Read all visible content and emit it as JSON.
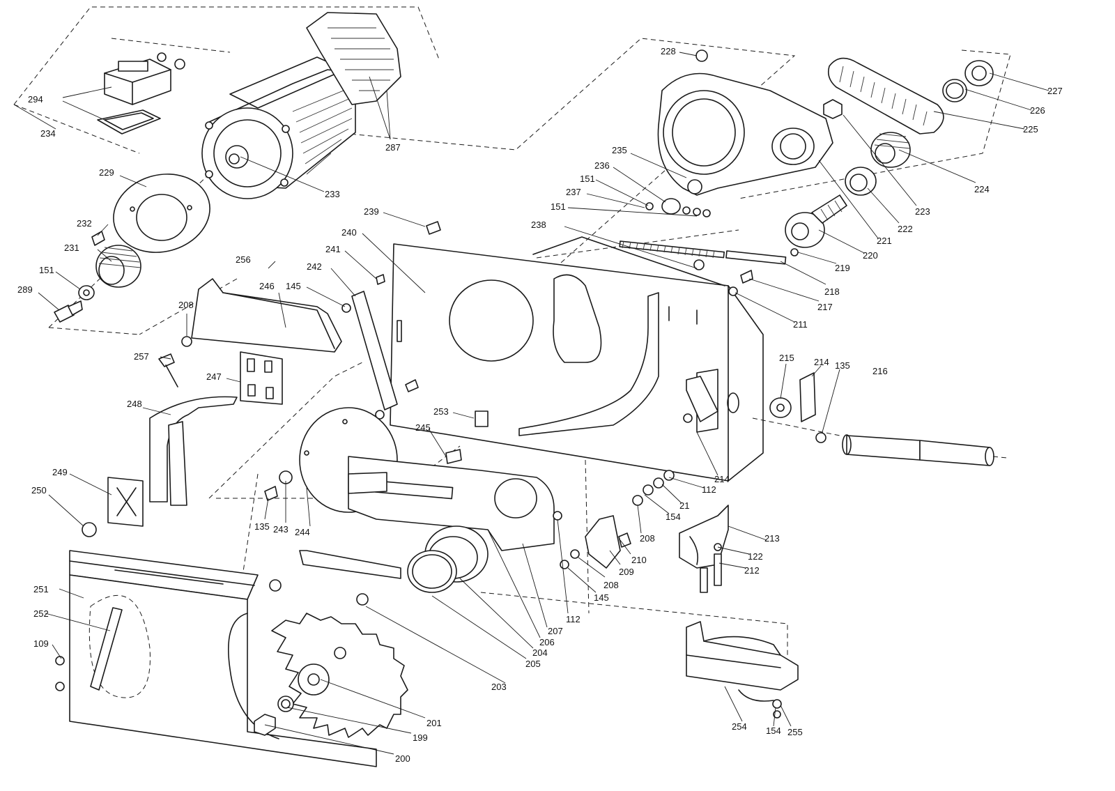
{
  "callouts": [
    {
      "id": "c294",
      "text": "294"
    },
    {
      "id": "c234",
      "text": "234"
    },
    {
      "id": "c229",
      "text": "229"
    },
    {
      "id": "c233",
      "text": "233"
    },
    {
      "id": "c287",
      "text": "287"
    },
    {
      "id": "c232",
      "text": "232"
    },
    {
      "id": "c231",
      "text": "231"
    },
    {
      "id": "c151a",
      "text": "151"
    },
    {
      "id": "c289",
      "text": "289"
    },
    {
      "id": "c256",
      "text": "256"
    },
    {
      "id": "c246",
      "text": "246"
    },
    {
      "id": "c208a",
      "text": "208"
    },
    {
      "id": "c257",
      "text": "257"
    },
    {
      "id": "c247",
      "text": "247"
    },
    {
      "id": "c248",
      "text": "248"
    },
    {
      "id": "c249",
      "text": "249"
    },
    {
      "id": "c250",
      "text": "250"
    },
    {
      "id": "c135a",
      "text": "135"
    },
    {
      "id": "c243",
      "text": "243"
    },
    {
      "id": "c244",
      "text": "244"
    },
    {
      "id": "c239",
      "text": "239"
    },
    {
      "id": "c240",
      "text": "240"
    },
    {
      "id": "c241",
      "text": "241"
    },
    {
      "id": "c242",
      "text": "242"
    },
    {
      "id": "c145a",
      "text": "145"
    },
    {
      "id": "c253",
      "text": "253"
    },
    {
      "id": "c245",
      "text": "245"
    },
    {
      "id": "c228",
      "text": "228"
    },
    {
      "id": "c235",
      "text": "235"
    },
    {
      "id": "c236",
      "text": "236"
    },
    {
      "id": "c151b",
      "text": "151"
    },
    {
      "id": "c237",
      "text": "237"
    },
    {
      "id": "c151c",
      "text": "151"
    },
    {
      "id": "c238",
      "text": "238"
    },
    {
      "id": "c227",
      "text": "227"
    },
    {
      "id": "c226",
      "text": "226"
    },
    {
      "id": "c225",
      "text": "225"
    },
    {
      "id": "c224",
      "text": "224"
    },
    {
      "id": "c223",
      "text": "223"
    },
    {
      "id": "c222",
      "text": "222"
    },
    {
      "id": "c221",
      "text": "221"
    },
    {
      "id": "c220",
      "text": "220"
    },
    {
      "id": "c219",
      "text": "219"
    },
    {
      "id": "c218",
      "text": "218"
    },
    {
      "id": "c217",
      "text": "217"
    },
    {
      "id": "c211",
      "text": "211"
    },
    {
      "id": "c215",
      "text": "215"
    },
    {
      "id": "c214a",
      "text": "214"
    },
    {
      "id": "c135b",
      "text": "135"
    },
    {
      "id": "c216",
      "text": "216"
    },
    {
      "id": "c214b",
      "text": "214"
    },
    {
      "id": "c112a",
      "text": "112"
    },
    {
      "id": "c21",
      "text": "21"
    },
    {
      "id": "c154a",
      "text": "154"
    },
    {
      "id": "c208b",
      "text": "208"
    },
    {
      "id": "c213",
      "text": "213"
    },
    {
      "id": "c122",
      "text": "122"
    },
    {
      "id": "c210",
      "text": "210"
    },
    {
      "id": "c212",
      "text": "212"
    },
    {
      "id": "c209",
      "text": "209"
    },
    {
      "id": "c208c",
      "text": "208"
    },
    {
      "id": "c145b",
      "text": "145"
    },
    {
      "id": "c112b",
      "text": "112"
    },
    {
      "id": "c207",
      "text": "207"
    },
    {
      "id": "c206",
      "text": "206"
    },
    {
      "id": "c204",
      "text": "204"
    },
    {
      "id": "c205",
      "text": "205"
    },
    {
      "id": "c203",
      "text": "203"
    },
    {
      "id": "c251",
      "text": "251"
    },
    {
      "id": "c252",
      "text": "252"
    },
    {
      "id": "c109",
      "text": "109"
    },
    {
      "id": "c201",
      "text": "201"
    },
    {
      "id": "c199",
      "text": "199"
    },
    {
      "id": "c200",
      "text": "200"
    },
    {
      "id": "c254",
      "text": "254"
    },
    {
      "id": "c154b",
      "text": "154"
    },
    {
      "id": "c255",
      "text": "255"
    }
  ],
  "parts": [
    {
      "id": "p-motor",
      "name": "motor"
    },
    {
      "id": "p-switch",
      "name": "switch-box"
    },
    {
      "id": "p-flange",
      "name": "motor-flange"
    },
    {
      "id": "p-pulley-motor",
      "name": "motor-pulley"
    },
    {
      "id": "p-belt-cover",
      "name": "belt-housing"
    },
    {
      "id": "p-belt",
      "name": "drive-belt"
    },
    {
      "id": "p-frame",
      "name": "main-frame"
    },
    {
      "id": "p-blade-guard",
      "name": "blade-guard"
    },
    {
      "id": "p-blade",
      "name": "saw-blade"
    },
    {
      "id": "p-table",
      "name": "saw-table"
    },
    {
      "id": "p-tube",
      "name": "tube-rail"
    },
    {
      "id": "p-base-bracket",
      "name": "base-bracket"
    }
  ]
}
